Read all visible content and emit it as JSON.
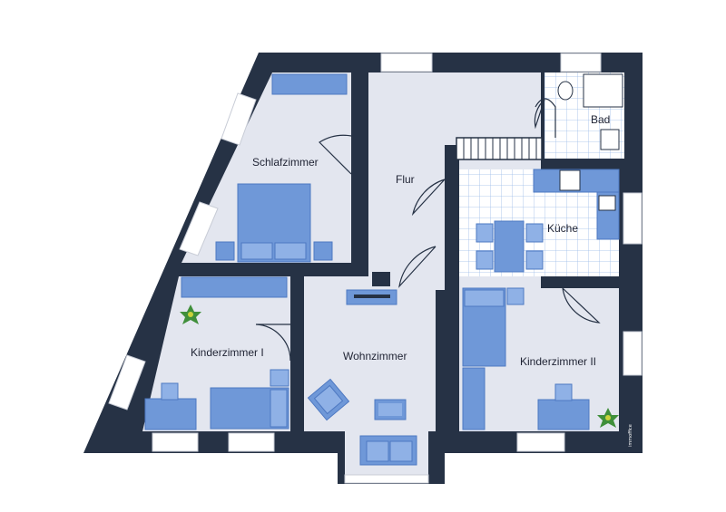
{
  "rooms": {
    "schlafzimmer": "Schlafzimmer",
    "flur": "Flur",
    "bad": "Bad",
    "kueche": "Küche",
    "kinderzimmer1": "Kinderzimmer I",
    "wohnzimmer": "Wohnzimmer",
    "kinderzimmer2": "Kinderzimmer II"
  },
  "logo": "immoffice",
  "colors": {
    "wall": "#263245",
    "floor": "#e3e6ef",
    "furniture": "#6f98d8",
    "furniture_dark": "#4e79c2",
    "tile_line": "#8fb4e8",
    "window": "#ffffff"
  }
}
